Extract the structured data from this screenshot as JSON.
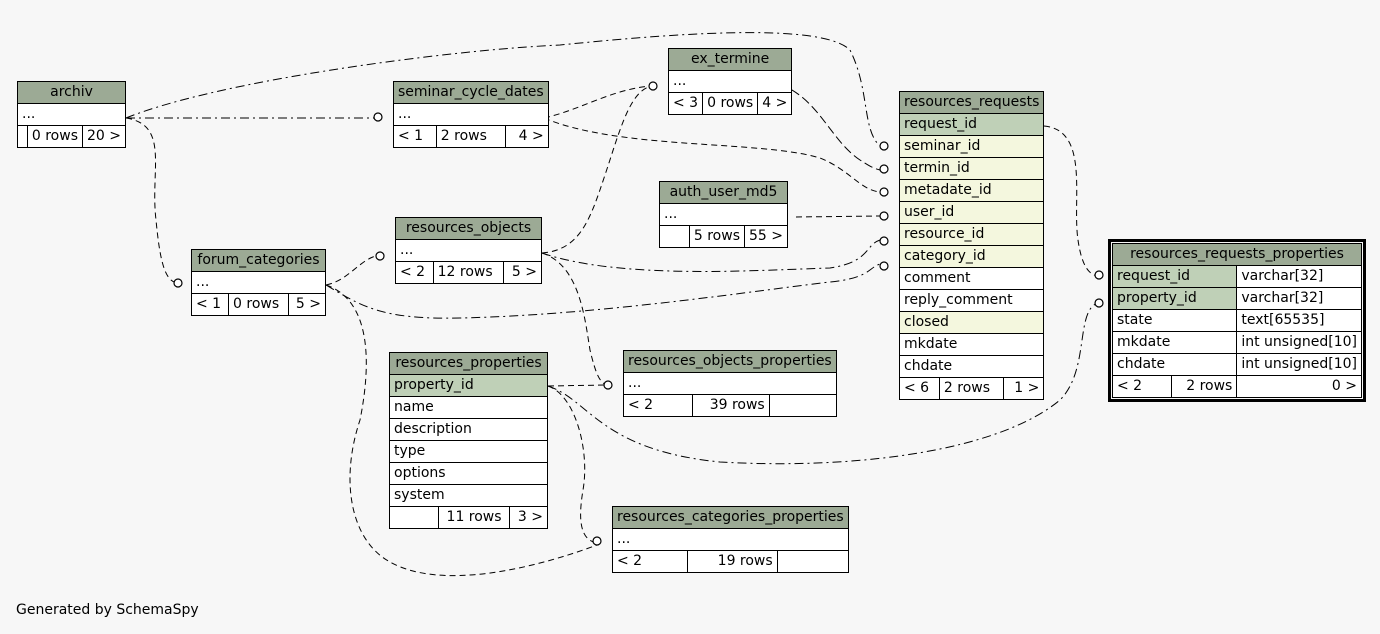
{
  "footer": "Generated by SchemaSpy",
  "colors": {
    "background": "#f7f7f7",
    "header": "#9caa95",
    "primary_key": "#bfd0b7",
    "foreign_key": "#f4f7de"
  },
  "tables": {
    "archiv": {
      "name": "archiv",
      "columns": [
        "..."
      ],
      "footer": [
        "",
        "0 rows",
        "20 >"
      ]
    },
    "seminar_cycle_dates": {
      "name": "seminar_cycle_dates",
      "columns": [
        "..."
      ],
      "footer": [
        "< 1",
        "2 rows",
        "4 >"
      ]
    },
    "ex_termine": {
      "name": "ex_termine",
      "columns": [
        "..."
      ],
      "footer": [
        "< 3",
        "0 rows",
        "4 >"
      ]
    },
    "auth_user_md5": {
      "name": "auth_user_md5",
      "columns": [
        "..."
      ],
      "footer": [
        "",
        "5 rows",
        "55 >"
      ]
    },
    "forum_categories": {
      "name": "forum_categories",
      "columns": [
        "..."
      ],
      "footer": [
        "< 1",
        "0 rows",
        "5 >"
      ]
    },
    "resources_objects": {
      "name": "resources_objects",
      "columns": [
        "..."
      ],
      "footer": [
        "< 2",
        "12 rows",
        "5 >"
      ]
    },
    "resources_properties": {
      "name": "resources_properties",
      "columns": [
        "property_id",
        "name",
        "description",
        "type",
        "options",
        "system"
      ],
      "footer": [
        "",
        "11 rows",
        "3 >"
      ]
    },
    "resources_objects_properties": {
      "name": "resources_objects_properties",
      "columns": [
        "..."
      ],
      "footer": [
        "< 2",
        "39 rows",
        ""
      ]
    },
    "resources_categories_properties": {
      "name": "resources_categories_properties",
      "columns": [
        "..."
      ],
      "footer": [
        "< 2",
        "19 rows",
        ""
      ]
    },
    "resources_requests": {
      "name": "resources_requests",
      "columns": [
        "request_id",
        "seminar_id",
        "termin_id",
        "metadate_id",
        "user_id",
        "resource_id",
        "category_id",
        "comment",
        "reply_comment",
        "closed",
        "mkdate",
        "chdate"
      ],
      "footer": [
        "< 6",
        "2 rows",
        "1 >"
      ]
    },
    "resources_requests_properties": {
      "name": "resources_requests_properties",
      "columns": [
        {
          "name": "request_id",
          "type": "varchar[32]"
        },
        {
          "name": "property_id",
          "type": "varchar[32]"
        },
        {
          "name": "state",
          "type": "text[65535]"
        },
        {
          "name": "mkdate",
          "type": "int unsigned[10]"
        },
        {
          "name": "chdate",
          "type": "int unsigned[10]"
        }
      ],
      "footer": [
        "< 2",
        "2 rows",
        "0 >"
      ]
    }
  }
}
